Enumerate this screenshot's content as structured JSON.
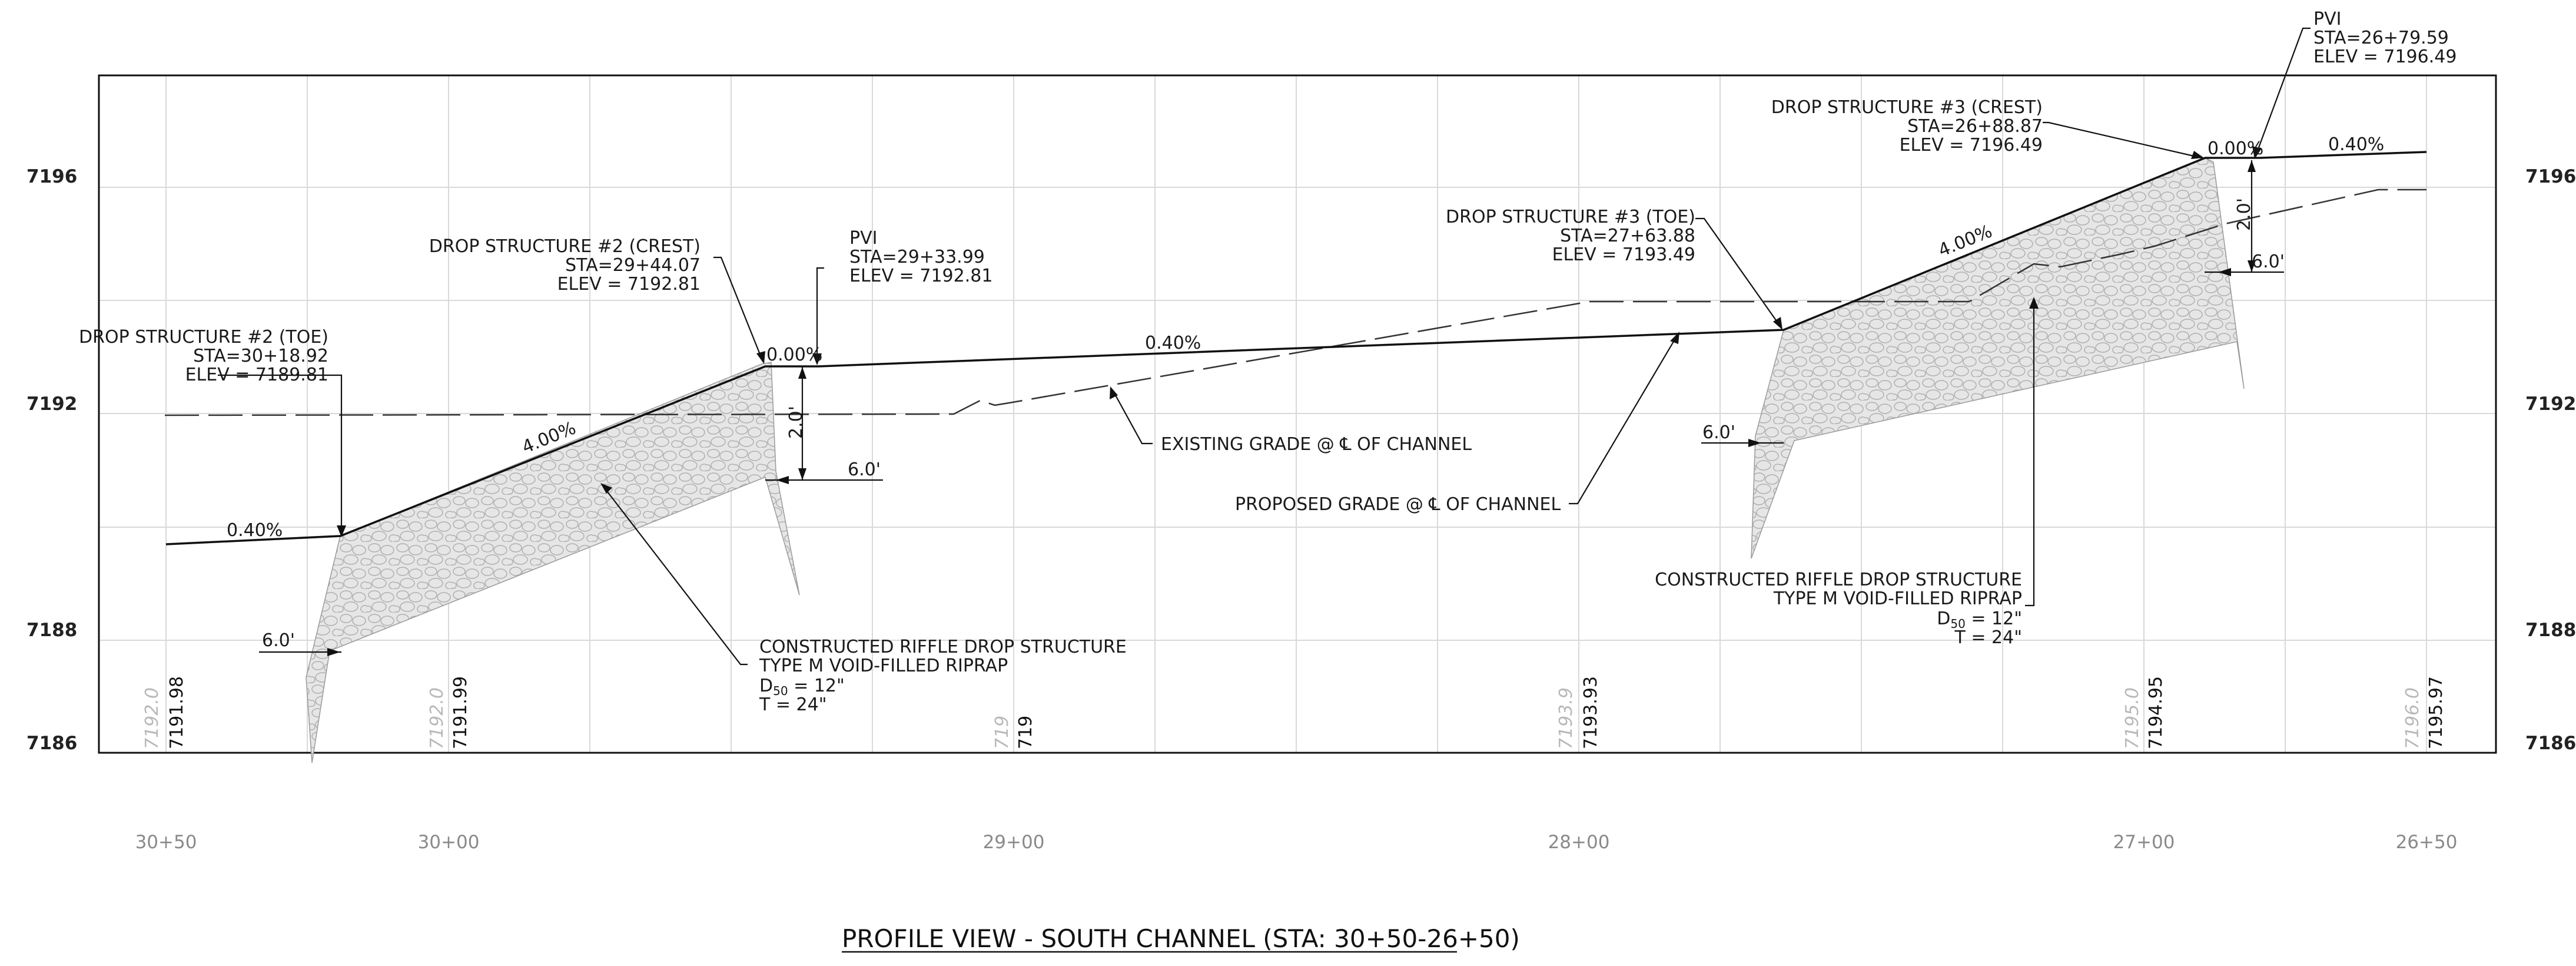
{
  "drawing": {
    "title": "PROFILE VIEW - SOUTH CHANNEL (STA: 30+50-26+50)",
    "elevation_labels_left": [
      "7196",
      "7192",
      "7188",
      "7186"
    ],
    "elevation_labels_right": [
      "7196",
      "7192",
      "7188",
      "7186"
    ],
    "station_labels": [
      "30+50",
      "30+00",
      "29+00",
      "28+00",
      "27+00",
      "26+50"
    ],
    "grid_values": [
      {
        "existing": "7192.0",
        "proposed": "7191.98"
      },
      {
        "existing": "7192.0",
        "proposed": "7191.99"
      },
      {
        "existing": "719",
        "proposed": "719"
      },
      {
        "existing": "7193.9",
        "proposed": "7193.93"
      },
      {
        "existing": "7195.0",
        "proposed": "7194.95"
      },
      {
        "existing": "7196.0",
        "proposed": "7195.97"
      }
    ],
    "slopes": [
      "0.40%",
      "4.00%",
      "0.00%",
      "0.40%",
      "4.00%",
      "0.00%",
      "0.40%"
    ],
    "dims": {
      "depth_2": "2.0'",
      "width_6": "6.0'"
    },
    "callouts": {
      "ds2_toe": {
        "l1": "DROP STRUCTURE #2 (TOE)",
        "l2": "STA=30+18.92",
        "l3": "ELEV = 7189.81"
      },
      "ds2_crest": {
        "l1": "DROP STRUCTURE #2 (CREST)",
        "l2": "STA=29+44.07",
        "l3": "ELEV = 7192.81"
      },
      "pvi1": {
        "l1": "PVI",
        "l2": "STA=29+33.99",
        "l3": "ELEV = 7192.81"
      },
      "ds3_toe": {
        "l1": "DROP STRUCTURE #3 (TOE)",
        "l2": "STA=27+63.88",
        "l3": "ELEV = 7193.49"
      },
      "ds3_crest": {
        "l1": "DROP STRUCTURE #3 (CREST)",
        "l2": "STA=26+88.87",
        "l3": "ELEV = 7196.49"
      },
      "pvi2": {
        "l1": "PVI",
        "l2": "STA=26+79.59",
        "l3": "ELEV = 7196.49"
      },
      "existing_grade": "EXISTING GRADE @ ℄ OF CHANNEL",
      "proposed_grade": "PROPOSED GRADE @ ℄ OF CHANNEL",
      "riffle1": {
        "l1": "CONSTRUCTED RIFFLE DROP STRUCTURE",
        "l2": "TYPE M VOID-FILLED RIPRAP",
        "l3a": "D",
        "l3sub": "50",
        "l3b": " = 12\"",
        "l4": "T = 24\""
      },
      "riffle2": {
        "l1": "CONSTRUCTED RIFFLE DROP STRUCTURE",
        "l2": "TYPE M VOID-FILLED RIPRAP",
        "l3a": "D",
        "l3sub": "50",
        "l3b": " = 12\"",
        "l4": "T = 24\""
      }
    }
  }
}
